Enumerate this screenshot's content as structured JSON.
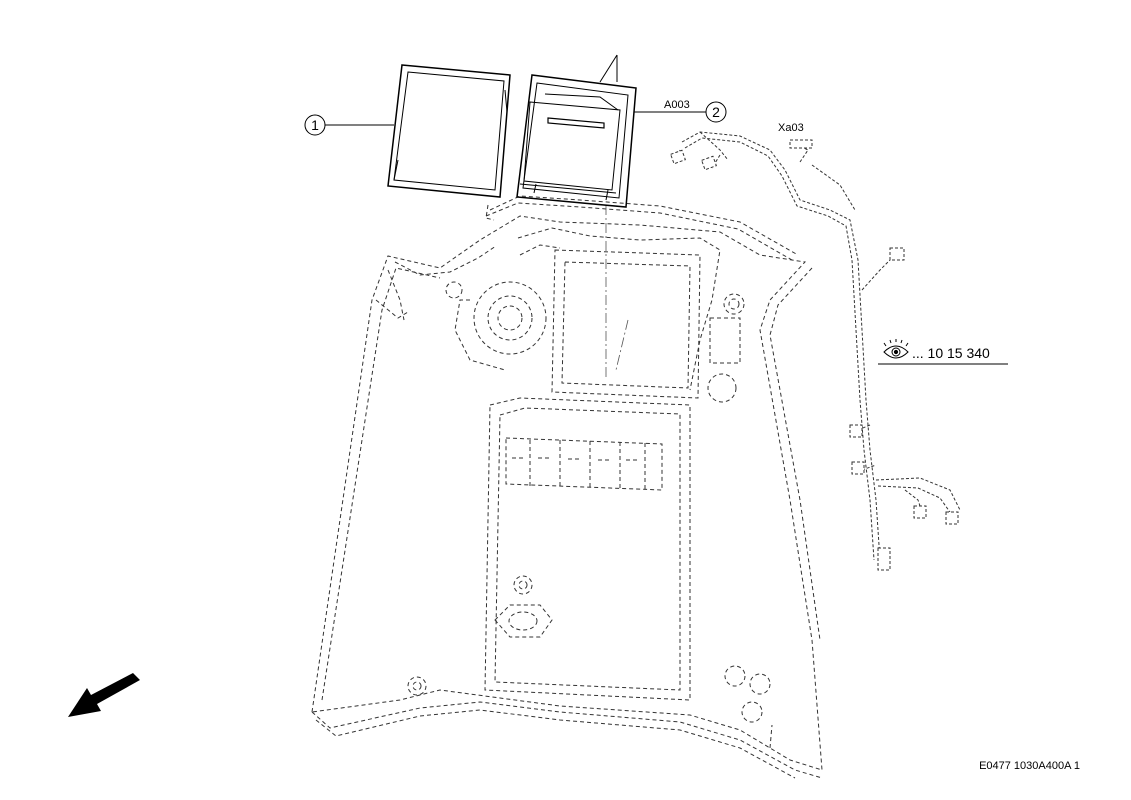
{
  "callouts": {
    "item1": "1",
    "item2": "2",
    "part_a003": "A003",
    "connector_xa03": "Xa03"
  },
  "reference": {
    "icon": "eye-icon",
    "text": "... 10 15 340"
  },
  "drawing_code": "E0477 1030A400A 1",
  "orientation": {
    "icon": "direction-arrow-icon"
  }
}
